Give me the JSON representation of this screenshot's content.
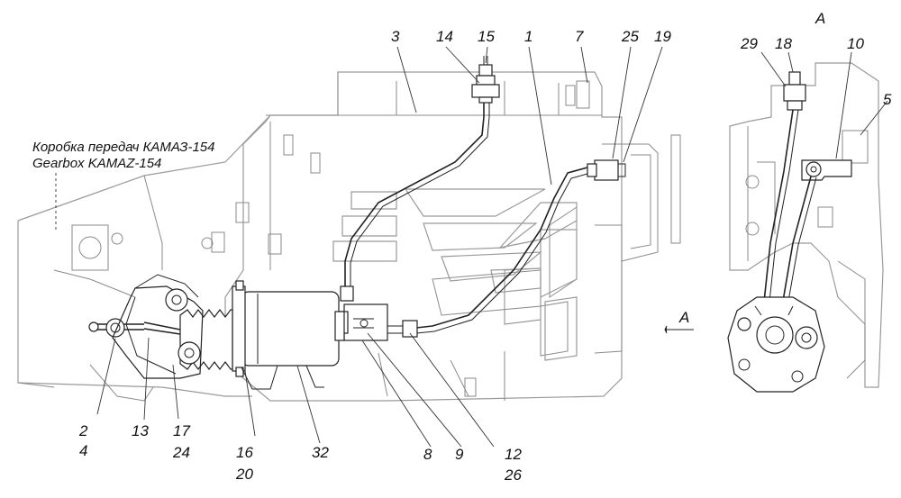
{
  "title": {
    "ru": "Коробка передач КАМАЗ-154",
    "en": "Gearbox KAMAZ-154"
  },
  "view_label": "А",
  "section_marker": "А",
  "callouts": {
    "c3": "3",
    "c14": "14",
    "c15": "15",
    "c1": "1",
    "c7": "7",
    "c25": "25",
    "c19": "19",
    "c2": "2",
    "c4": "4",
    "c13": "13",
    "c17": "17",
    "c24": "24",
    "c16": "16",
    "c20": "20",
    "c32": "32",
    "c8": "8",
    "c9": "9",
    "c12": "12",
    "c26": "26",
    "c29": "29",
    "c18": "18",
    "c10": "10",
    "c5": "5"
  }
}
